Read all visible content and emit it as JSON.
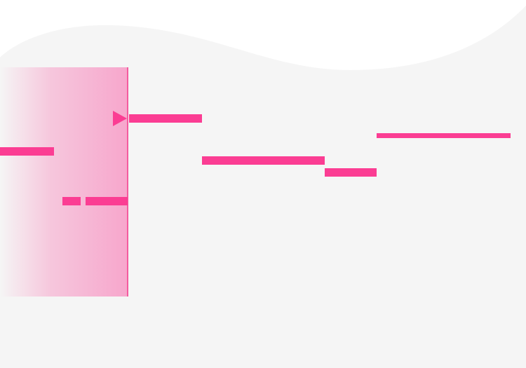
{
  "colors": {
    "background": "#f5f5f5",
    "wave_top": "#ffffff",
    "note": "#fb3d93",
    "playhead_line": "#f45ca0",
    "playhead_region": "#f7a2ca"
  },
  "notes": [
    {
      "id": "note-1"
    },
    {
      "id": "note-2"
    },
    {
      "id": "note-3"
    },
    {
      "id": "note-4"
    },
    {
      "id": "note-5"
    },
    {
      "id": "note-6"
    },
    {
      "id": "note-7"
    },
    {
      "id": "note-8"
    }
  ],
  "icons": {
    "playhead": "triangle-right-icon"
  }
}
